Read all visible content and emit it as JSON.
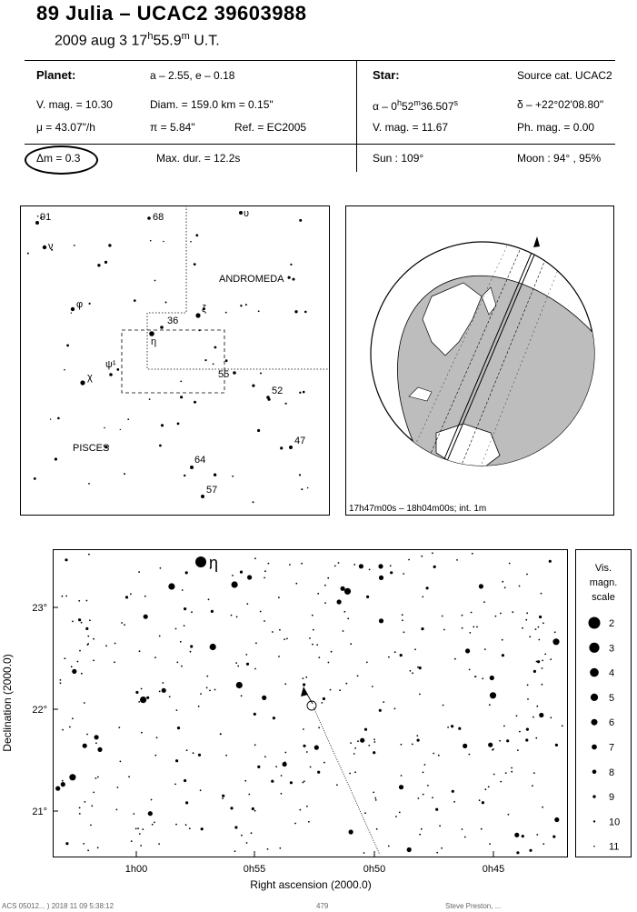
{
  "header": {
    "title": "89 Julia  –  UCAC2 39603988",
    "date_part1": "2009 aug  3  17",
    "date_sup1": "h",
    "date_part2": "55.9",
    "date_sup2": "m",
    "date_part3": " U.T."
  },
  "planet": {
    "heading": "Planet:",
    "a_e": "a – 2.55, e – 0.18",
    "vmag": "V. mag. = 10.30",
    "diam": "Diam. = 159.0 km = 0.15\"",
    "mu": "μ = 43.07\"/h",
    "pi": "π = 5.84\"",
    "ref": "Ref. = EC2005"
  },
  "star": {
    "heading": "Star:",
    "source": "Source cat.  UCAC2",
    "alpha_prefix": "α –  0",
    "alpha_h": "h",
    "alpha_mid": "52",
    "alpha_m": "m",
    "alpha_sec": "36.507",
    "alpha_s": "s",
    "delta": "δ – +22°02'08.80\"",
    "vmag": "V. mag. = 11.67",
    "phmag": "Ph. mag. =  0.00"
  },
  "event": {
    "dm": "Δm = 0.3",
    "maxdur": "Max. dur. = 12.2s",
    "sun": "Sun : 109°",
    "moon": "Moon :  94° , 95%"
  },
  "finder": {
    "labels": {
      "n91": "91",
      "n68": "68",
      "v_top": "υ",
      "nu": "ν",
      "andromeda": "ANDROMEDA",
      "phi": "φ",
      "zeta": "ζ",
      "n36": "36",
      "eta": "η",
      "psi1": "ψ¹",
      "chi": "χ",
      "n55": "55",
      "n52": "52",
      "pisces": "PISCES",
      "n47": "47",
      "n64": "64",
      "n57": "57"
    }
  },
  "globe": {
    "caption": "17h47m00s – 18h04m00s; int.  1m"
  },
  "chart": {
    "eta_label": "η",
    "y_ticks": [
      "23°",
      "22°",
      "21°"
    ],
    "x_ticks": [
      "1h00",
      "0h55",
      "0h50",
      "0h45"
    ],
    "ylabel": "Declination (2000.0)",
    "xlabel": "Right ascension (2000.0)"
  },
  "scale": {
    "title1": "Vis.",
    "title2": "magn.",
    "title3": "scale",
    "items": [
      "2",
      "3",
      "4",
      "5",
      "6",
      "7",
      "8",
      "9",
      "10",
      "11"
    ]
  },
  "footer": {
    "left": "ACS 05012... ) 2018 11 09 5:38:12",
    "mid": "479",
    "right": "Steve Preston, ..."
  }
}
